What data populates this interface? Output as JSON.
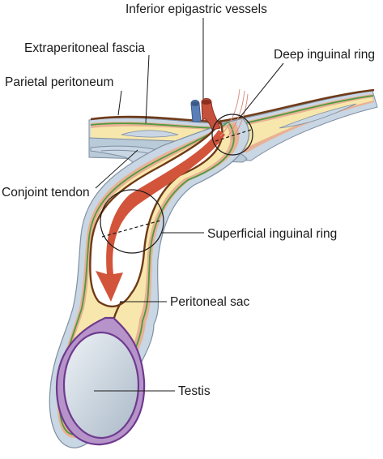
{
  "labels": {
    "inferior_epigastric_vessels": "Inferior epigastric vessels",
    "extraperitoneal_fascia": "Extraperitoneal fascia",
    "deep_inguinal_ring": "Deep inguinal ring",
    "parietal_peritoneum": "Parietal peritoneum",
    "conjoint_tendon": "Conjoint tendon",
    "superficial_inguinal_ring": "Superficial inguinal ring",
    "peritoneal_sac": "Peritoneal sac",
    "testis": "Testis"
  },
  "colors": {
    "outer_skin": "#c9d6e4",
    "muscle": "#e9b193",
    "fascia": "#f7e7ac",
    "peritoneum_line": "#6f3a18",
    "green_layer": "#4e9a43",
    "aponeurosis": "#b9cad9",
    "arrow": "#d2543a",
    "testis_tunica": "#6e3a8f",
    "testis_fill": "#d4dde6",
    "artery": "#c5513d",
    "vein": "#5a7fb8"
  }
}
